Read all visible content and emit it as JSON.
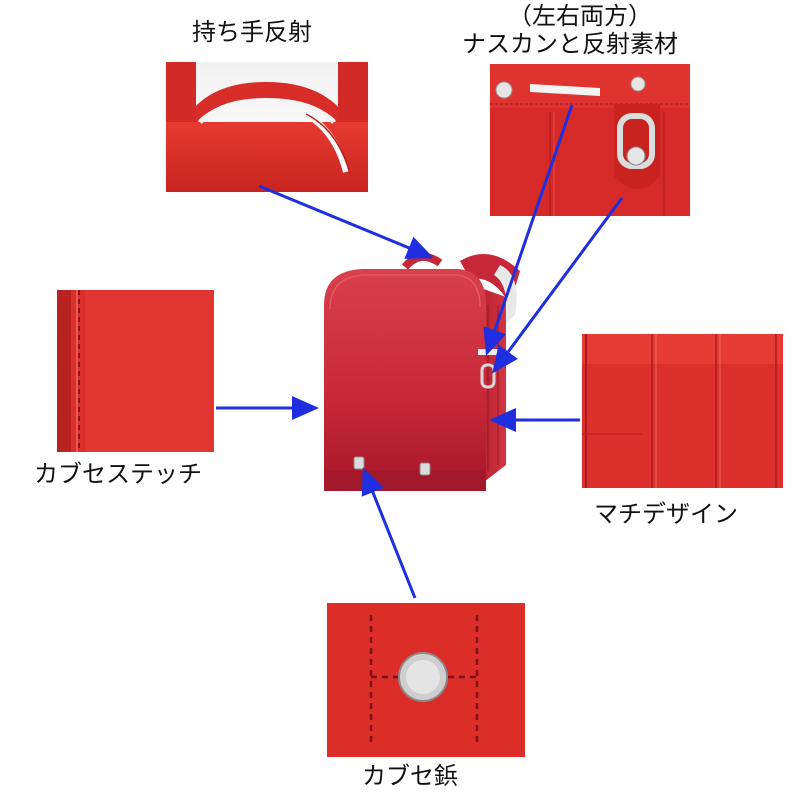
{
  "callouts": {
    "handle_reflector": "持ち手反射",
    "hook_reflector_note": "（左右両方）",
    "hook_reflector": "ナスカンと反射素材",
    "flap_stitch": "カブセステッチ",
    "gusset_design": "マチデザイン",
    "flap_stud": "カブセ鋲"
  },
  "colors": {
    "leather": "#d8302c",
    "leather_dark": "#b01e22",
    "arrow": "#1f2fe0",
    "stitch": "#8a1416",
    "metal": "#d9d9d9"
  }
}
